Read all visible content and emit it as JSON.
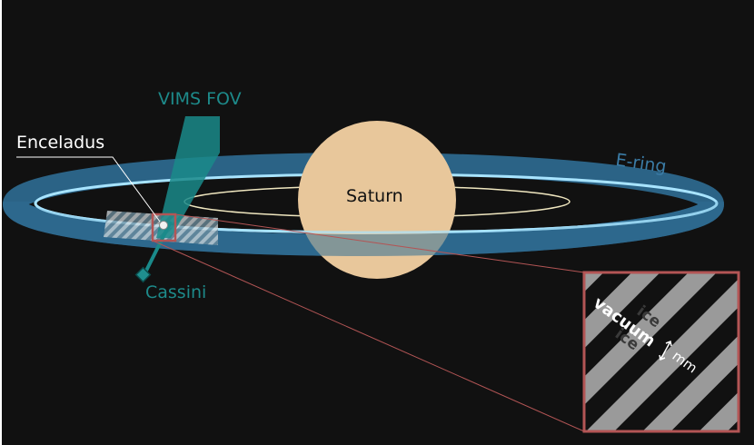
{
  "labels": {
    "vims_fov": "VIMS FOV",
    "enceladus": "Enceladus",
    "saturn": "Saturn",
    "e_ring": "E-ring",
    "cassini": "Cassini",
    "inset_ice_top": "ice",
    "inset_vacuum": "vacuum",
    "inset_ice_bottom": "ice",
    "inset_scale": "mm"
  },
  "colors": {
    "background": "#111111",
    "e_ring_outer": "#2f6d93",
    "e_ring_bright": "#a8e4ff",
    "saturn_body": "#e8c79b",
    "saturn_rings": "#efe6bf",
    "vims_fov": "#1a8a8a",
    "cassini": "#1f8f8f",
    "zoom_box": "#b35555",
    "hatch_light": "#9a9a9a",
    "hatch_dark": "#111111",
    "label_teal": "#1d8a8a",
    "label_white": "#ffffff",
    "label_ering": "#3b7ca6"
  }
}
